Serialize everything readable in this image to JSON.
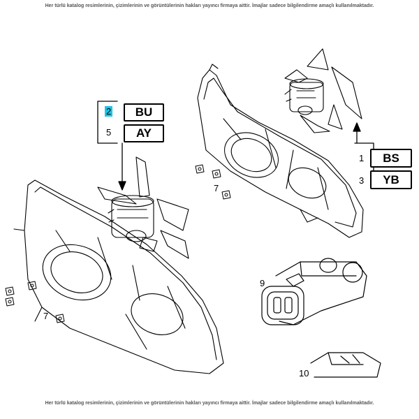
{
  "notice": {
    "top": "Her türlü katalog resimlerinin, çizimlerinin ve görüntülerinin hakları yayıncı firmaya aittir. İmajlar sadece bilgilendirme amaçlı kullanılmaktadır.",
    "bottom": "Her türlü katalog resimlerinin, çizimlerinin ve görüntülerinin hakları yayıncı firmaya aittir. İmajlar sadece bilgilendirme amaçlı kullanılmaktadır."
  },
  "callouts": {
    "left": [
      {
        "number": "2",
        "code": "BU",
        "highlighted": true
      },
      {
        "number": "5",
        "code": "AY",
        "highlighted": false
      }
    ],
    "right": [
      {
        "number": "1",
        "code": "BS"
      },
      {
        "number": "3",
        "code": "YB"
      }
    ]
  },
  "part_labels": {
    "clip_upper": "7",
    "clip_lower": "7",
    "connector": "9",
    "connector_lower": "10"
  },
  "colors": {
    "highlight": "#19c6e8",
    "line": "#000000"
  }
}
